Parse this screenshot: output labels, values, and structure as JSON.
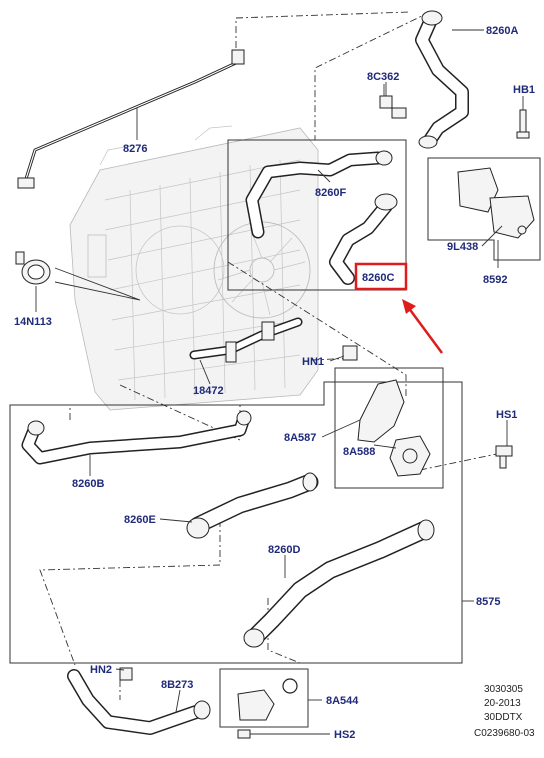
{
  "labels": {
    "p8260A": "8260A",
    "p8C362": "8C362",
    "pHB1": "HB1",
    "p8276": "8276",
    "p8260F": "8260F",
    "p8260C": "8260C",
    "p9L438": "9L438",
    "p8592": "8592",
    "p14N113": "14N113",
    "pHN1": "HN1",
    "p18472": "18472",
    "p8A587": "8A587",
    "p8A588": "8A588",
    "pHS1": "HS1",
    "p8260B": "8260B",
    "p8260E": "8260E",
    "p8260D": "8260D",
    "p8575": "8575",
    "pHN2": "HN2",
    "p8B273": "8B273",
    "p8A544": "8A544",
    "pHS2": "HS2"
  },
  "footer": {
    "line1": "3030305",
    "line2": "20-2013",
    "line3": "30DDTX",
    "line4": "C0239680-03"
  },
  "colors": {
    "label": "#1f2a7a",
    "highlight": "#e01b1b"
  }
}
